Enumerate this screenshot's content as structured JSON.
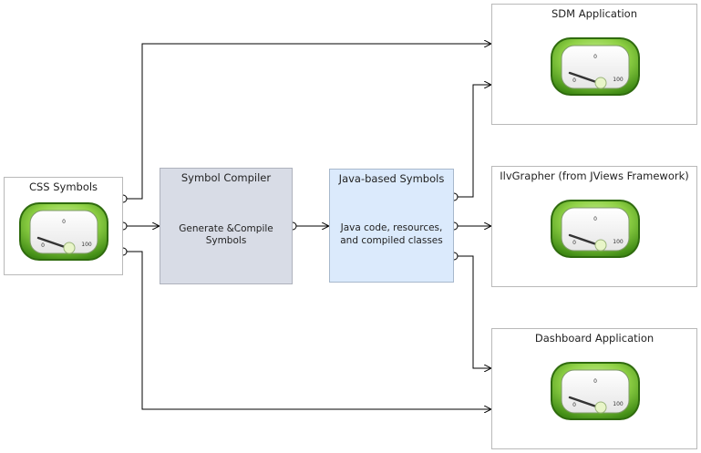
{
  "nodes": {
    "css": {
      "title": "CSS Symbols"
    },
    "compiler": {
      "title": "Symbol Compiler",
      "body_line1": "Generate &Compile",
      "body_line2": "Symbols"
    },
    "java": {
      "title": "Java-based Symbols",
      "body_line1": "Java code, resources,",
      "body_line2": "and compiled classes"
    },
    "sdm": {
      "title": "SDM Application"
    },
    "ilv": {
      "title": "IlvGrapher (from JViews Framework)"
    },
    "dashboard": {
      "title": "Dashboard Application"
    }
  },
  "gauge": {
    "min_label": "0",
    "mid_label": "0",
    "max_label": "100"
  },
  "colors": {
    "gauge_green": "#7cc23a",
    "compiler_fill": "#d8dce6",
    "java_fill": "#dbeafc"
  }
}
